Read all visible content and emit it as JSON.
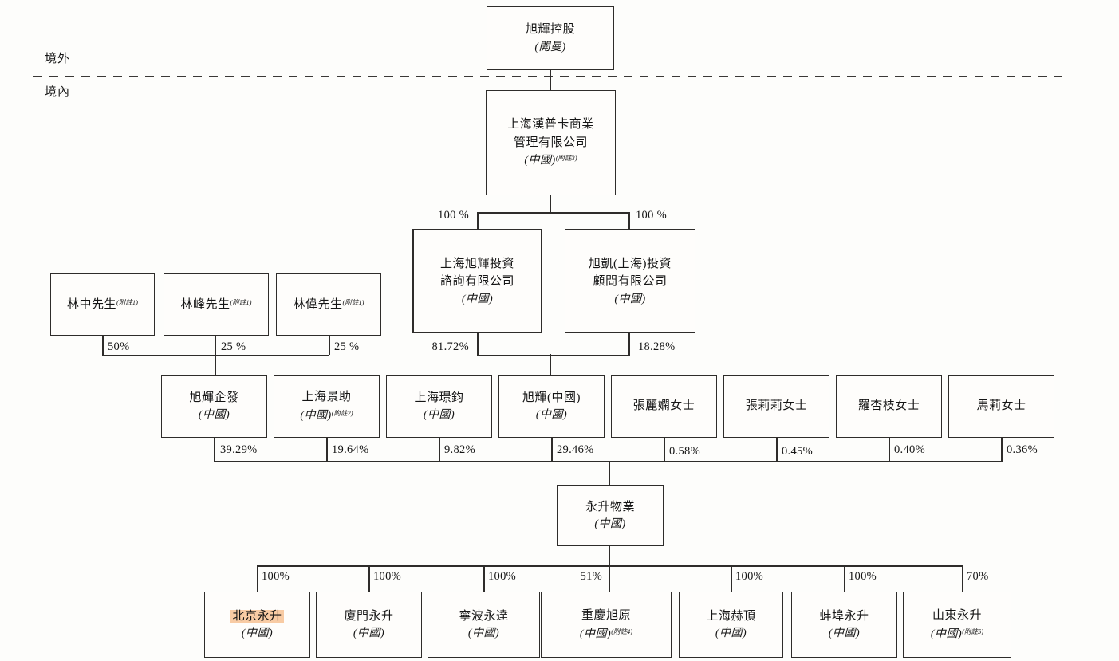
{
  "regions": {
    "offshore": "境外",
    "onshore": "境內"
  },
  "nodes": {
    "cifi_holdings": {
      "line1": "旭輝控股",
      "sub": "(開曼)"
    },
    "hanpuka": {
      "line1": "上海漢普卡商業",
      "line2": "管理有限公司",
      "sub": "(中國)",
      "note": "(附註3)"
    },
    "sh_cifi_invest": {
      "line1": "上海旭輝投資",
      "line2": "諮詢有限公司",
      "sub": "(中國)"
    },
    "xukai_invest": {
      "line1": "旭凱(上海)投資",
      "line2": "顧問有限公司",
      "sub": "(中國)"
    },
    "lin_zhong": {
      "line1": "林中先生",
      "note": "(附註1)"
    },
    "lin_feng": {
      "line1": "林峰先生",
      "note": "(附註1)"
    },
    "lin_wei": {
      "line1": "林偉先生",
      "note": "(附註1)"
    },
    "cifi_qifa": {
      "line1": "旭輝企發",
      "sub": "(中國)"
    },
    "sh_jingzhu": {
      "line1": "上海景助",
      "sub": "(中國)",
      "note": "(附註2)"
    },
    "sh_jingjun": {
      "line1": "上海璟鈞",
      "sub": "(中國)"
    },
    "cifi_china": {
      "line1": "旭輝(中國)",
      "sub": "(中國)"
    },
    "zhang_lixian": {
      "line1": "張麗嫻女士"
    },
    "zhang_lili": {
      "line1": "張莉莉女士"
    },
    "luo_xingzhi": {
      "line1": "羅杏枝女士"
    },
    "ma_li": {
      "line1": "馬莉女士"
    },
    "yongsheng": {
      "line1": "永升物業",
      "sub": "(中國)"
    },
    "beijing": {
      "line1": "北京永升",
      "sub": "(中國)",
      "highlighted": true
    },
    "xiamen": {
      "line1": "廈門永升",
      "sub": "(中國)"
    },
    "ningbo": {
      "line1": "寧波永達",
      "sub": "(中國)"
    },
    "chongqing": {
      "line1": "重慶旭原",
      "sub": "(中國)",
      "note": "(附註4)"
    },
    "sh_heding": {
      "line1": "上海赫頂",
      "sub": "(中國)"
    },
    "bengbu": {
      "line1": "蚌埠永升",
      "sub": "(中國)"
    },
    "shandong": {
      "line1": "山東永升",
      "sub": "(中國)",
      "note": "(附註5)"
    }
  },
  "percentages": {
    "hanpuka_to_left": "100 %",
    "hanpuka_to_right": "100 %",
    "lin_zhong_share": "50%",
    "lin_feng_share": "25 %",
    "lin_wei_share": "25 %",
    "invest_left_share": "81.72%",
    "invest_right_share": "18.28%",
    "qifa_share": "39.29%",
    "jingzhu_share": "19.64%",
    "jingjun_share": "9.82%",
    "cifi_china_share": "29.46%",
    "zhang_lixian_share": "0.58%",
    "zhang_lili_share": "0.45%",
    "luo_xingzhi_share": "0.40%",
    "ma_li_share": "0.36%",
    "beijing_share": "100%",
    "xiamen_share": "100%",
    "ningbo_share": "100%",
    "chongqing_share": "51%",
    "sh_heding_share": "100%",
    "bengbu_share": "100%",
    "shandong_share": "70%"
  },
  "colors": {
    "highlight": "#f8cba4",
    "line": "#2e2c2a"
  }
}
